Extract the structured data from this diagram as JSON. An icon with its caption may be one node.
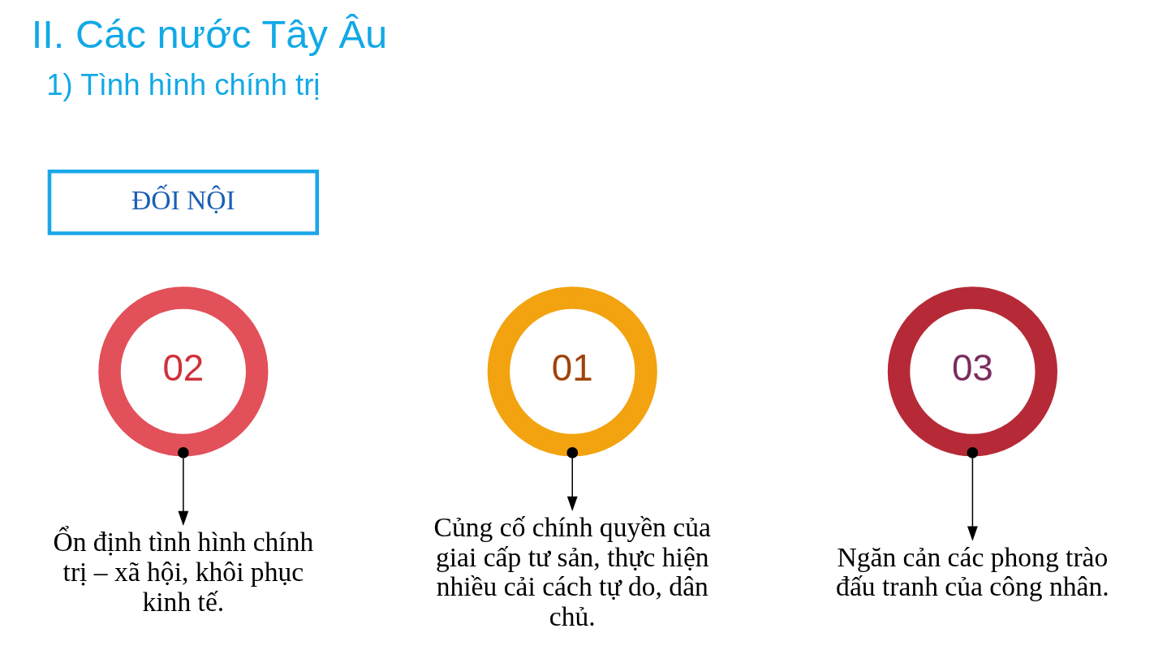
{
  "diagram": {
    "title": "II. Các nước Tây Âu",
    "nodes": [
      {
        "text": [
          "ĐỐI NỘI"
        ]
      },
      {
        "text": [
          "01"
        ]
      },
      {
        "text": [
          "02"
        ]
      },
      {
        "text": [
          "03"
        ]
      },
      {
        "text": [
          "Củng cố chính quyền của giai cấp tư sản, thực hiện nhiều cải cách tự do, dân chủ."
        ]
      },
      {
        "text": [
          "Ổn định tình hình chính trị – xã hội, khôi phục kinh tế."
        ]
      },
      {
        "text": [
          "Ngăn cản các phong trào đấu tranh của công nhân."
        ]
      }
    ],
    "edges": [
      {
        "from": 1,
        "to": 4,
        "arrow": "to"
      },
      {
        "from": 2,
        "to": 5,
        "arrow": "to"
      },
      {
        "from": 3,
        "to": 6,
        "arrow": "to"
      }
    ],
    "labels": [
      "1) Tình hình chính trị"
    ]
  }
}
